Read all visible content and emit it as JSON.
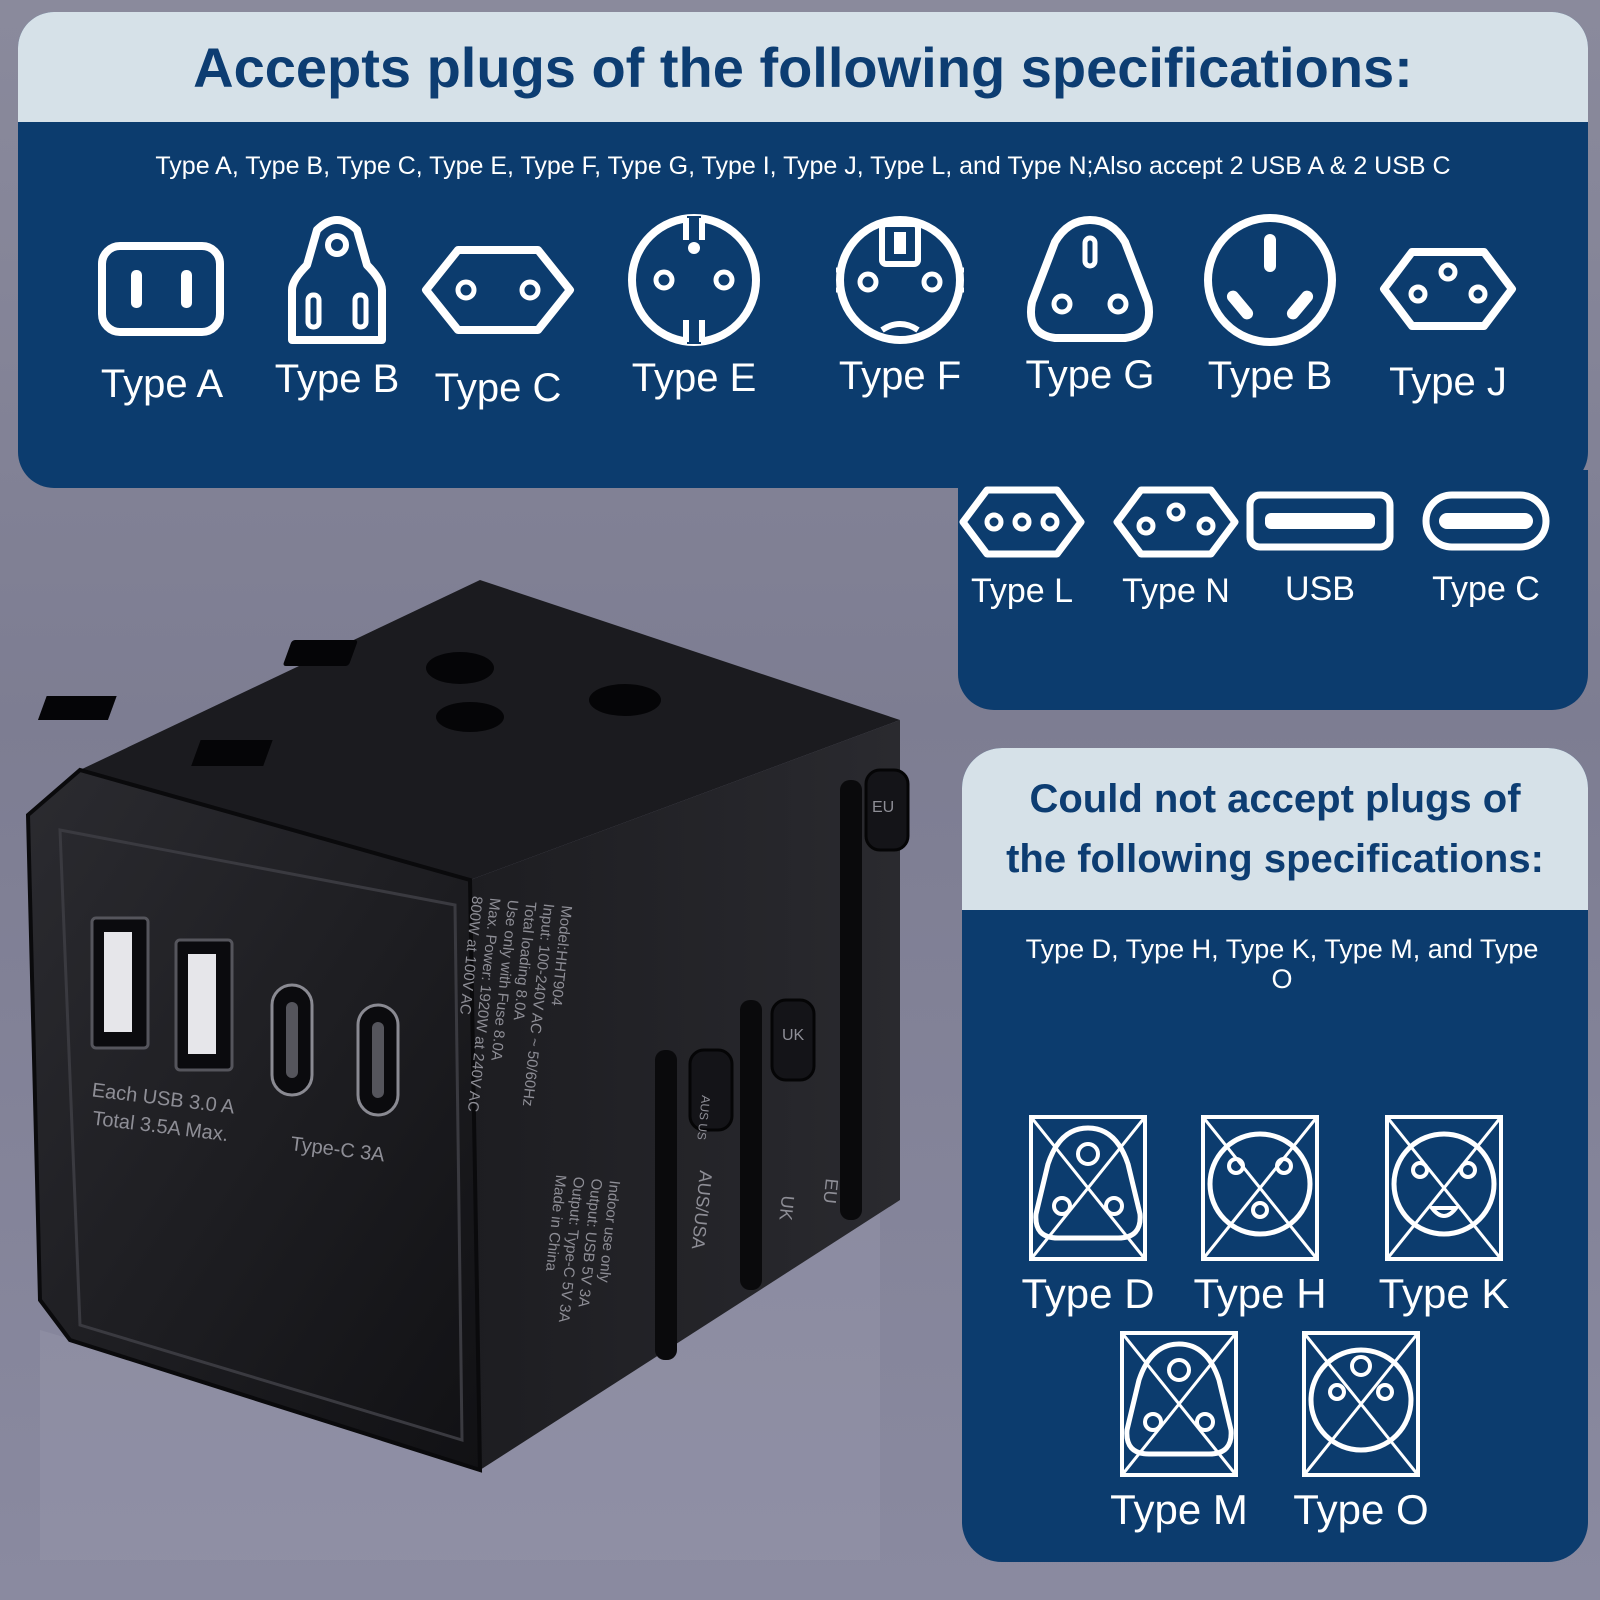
{
  "accepted": {
    "title": "Accepts plugs of the following specifications:",
    "description": "Type A, Type B, Type C, Type E, Type F, Type G, Type I, Type J,  Type L, and Type N;Also accept 2 USB A & 2 USB C",
    "plugs": [
      {
        "label": "Type A",
        "icon": "type-a-plug-icon"
      },
      {
        "label": "Type B",
        "icon": "type-b-plug-icon"
      },
      {
        "label": "Type C",
        "icon": "type-c-plug-icon"
      },
      {
        "label": "Type E",
        "icon": "type-e-plug-icon"
      },
      {
        "label": "Type F",
        "icon": "type-f-plug-icon"
      },
      {
        "label": "Type G",
        "icon": "type-g-plug-icon"
      },
      {
        "label": "Type B",
        "icon": "type-i-plug-icon"
      },
      {
        "label": "Type J",
        "icon": "type-j-plug-icon"
      },
      {
        "label": "Type L",
        "icon": "type-l-plug-icon"
      },
      {
        "label": "Type N",
        "icon": "type-n-plug-icon"
      },
      {
        "label": "USB",
        "icon": "usb-port-icon"
      },
      {
        "label": "Type C",
        "icon": "usb-c-port-icon"
      }
    ]
  },
  "rejected": {
    "title_line1": "Could not accept plugs of",
    "title_line2": "the following specifications:",
    "description": "Type D, Type H, Type K, Type M, and Type O",
    "plugs": [
      {
        "label": "Type D",
        "icon": "type-d-crossed-icon"
      },
      {
        "label": "Type H",
        "icon": "type-h-crossed-icon"
      },
      {
        "label": "Type K",
        "icon": "type-k-crossed-icon"
      },
      {
        "label": "Type M",
        "icon": "type-m-crossed-icon"
      },
      {
        "label": "Type O",
        "icon": "type-o-crossed-icon"
      }
    ]
  },
  "device": {
    "usb_label_line1": "Each USB 3.0 A",
    "usb_label_line2": "Total 3.5A Max.",
    "typec_label": "Type-C 3A",
    "spec_lines": [
      "Model:HHT904",
      "Input: 100-240V AC ~ 50/60Hz",
      "Total loading 8.0A",
      "Use only with Fuse 8.0A",
      "Max. Power: 1920W at 240V AC",
      "800W at 100V AC"
    ],
    "spec_lines_2": [
      "Indoor use only",
      "Output: USB 5V 3A",
      "Output: Type-C 5V 3A",
      "Made in China"
    ],
    "slider_aus": "AUS/USA",
    "slider_uk": "UK",
    "slider_eu": "EU",
    "knob_aus": "AUS US",
    "knob_uk": "UK",
    "knob_eu": "EU"
  },
  "colors": {
    "panel": "#0c3c6e",
    "header": "#d6e1e8",
    "title_text": "#0d3d72",
    "background": "#85859a"
  }
}
